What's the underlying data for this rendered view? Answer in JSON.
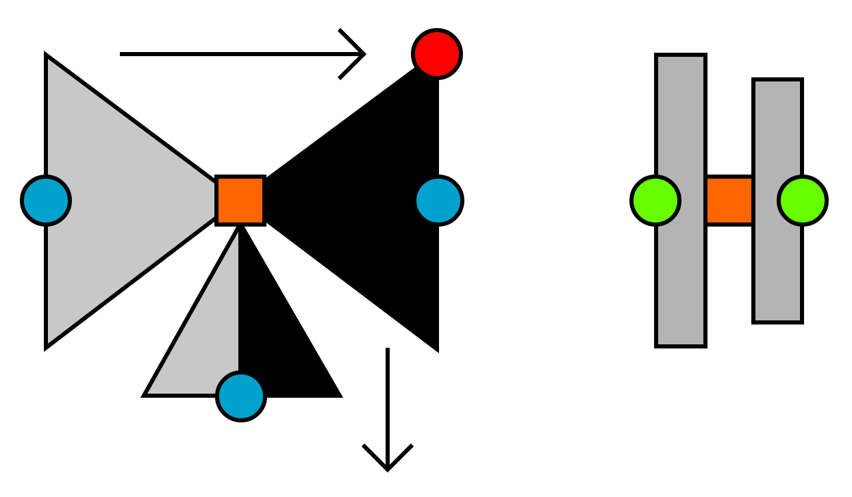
{
  "colors": {
    "background": "#ffffff",
    "stroke": "#000000",
    "light_face": "#c8c8c8",
    "dark_face": "#000000",
    "bar_fill": "#b4b4b4",
    "center_node": "#ff6600",
    "blue_node": "#00a1cc",
    "red_node": "#ff0000",
    "green_node": "#66ff00"
  },
  "shapes": {
    "left_figure": {
      "left_wing": "light-triangle",
      "right_wing": "dark-triangle",
      "bottom_wedge_left": "light-triangle",
      "bottom_wedge_right": "dark-triangle",
      "center": "orange-square",
      "nodes": [
        "blue-circle-left",
        "blue-circle-right",
        "blue-circle-bottom",
        "red-circle-top"
      ]
    },
    "right_figure": {
      "bars": [
        "gray-bar-left",
        "gray-bar-right"
      ],
      "center": "orange-rect",
      "nodes": [
        "green-circle-left",
        "green-circle-right"
      ]
    },
    "arrows": [
      "arrow-right-icon",
      "arrow-down-icon"
    ]
  }
}
